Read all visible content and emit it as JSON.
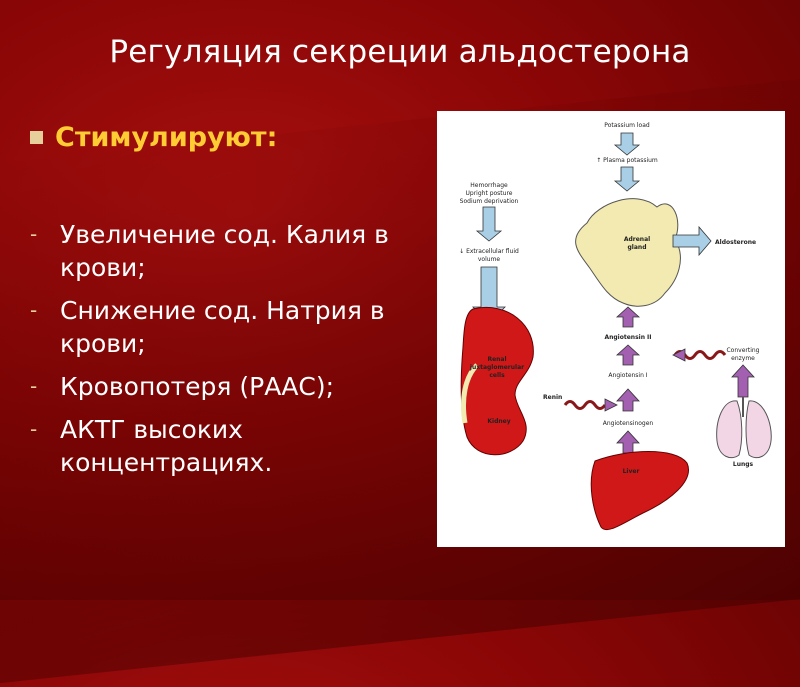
{
  "slide": {
    "title": "Регуляция секреции альдостерона",
    "bullet_heading": "Стимулируют:",
    "items": [
      "Увеличение сод. Калия в крови;",
      "Снижение сод. Натрия в крови;",
      "Кровопотеря (РААС);",
      "АКТГ высоких концентрациях."
    ]
  },
  "figure": {
    "labels": {
      "potassium_load": "Potassium load",
      "plasma_potassium": "↑ Plasma potassium",
      "hemorrhage_1": "Hemorrhage",
      "hemorrhage_2": "Upright posture",
      "hemorrhage_3": "Sodium deprivation",
      "ecf_1": "↓ Extracellular fluid",
      "ecf_2": "volume",
      "adrenal_1": "Adrenal",
      "adrenal_2": "gland",
      "aldosterone": "Aldosterone",
      "angiotensin_2": "Angiotensin II",
      "converting_1": "Converting",
      "converting_2": "enzyme",
      "angiotensin_1": "Angiotensin I",
      "renal_1": "Renal",
      "renal_2": "juxtaglomerular",
      "renal_3": "cells",
      "renin": "Renin",
      "kidney": "Kidney",
      "angiotensinogen": "Angiotensinogen",
      "lungs": "Lungs",
      "liver": "Liver"
    },
    "colors": {
      "blue_arrow": "#a9cfe6",
      "purple_arrow": "#a35fb0",
      "organ_red": "#d01818",
      "adrenal_yellow": "#f2eab0",
      "lungs_pink": "#f3d6e6"
    }
  }
}
